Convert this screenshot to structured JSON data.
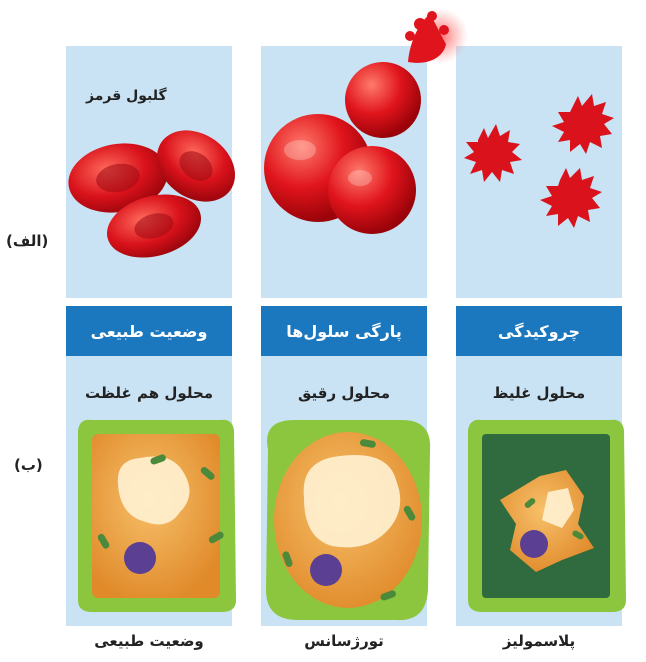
{
  "row_labels": {
    "a": "(الف)",
    "b": "(ب)"
  },
  "rbc_label": "گلبول قرمز",
  "columns": [
    {
      "band": "وضعیت طبیعی",
      "solution": "محلول هم غلظت",
      "bottom": "وضعیت طبیعی"
    },
    {
      "band": "پارگی سلول‌ها",
      "solution": "محلول رقیق",
      "bottom": "تورژسانس"
    },
    {
      "band": "چروکیدگی",
      "solution": "محلول غلیظ",
      "bottom": "پلاسمولیز"
    }
  ],
  "colors": {
    "panel": "#c9e3f4",
    "band": "#1b78bf",
    "rbc": "#d9121b",
    "wall": "#8cc63f",
    "cytoplasm": "#f0a23a",
    "nucleus": "#5b3f93"
  }
}
